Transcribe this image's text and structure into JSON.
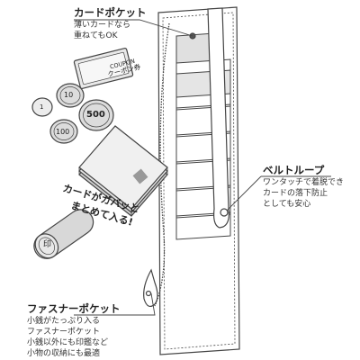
{
  "card_pocket": {
    "title": "カードポケット",
    "lines": [
      "薄いカードなら",
      "重ねてもOK"
    ]
  },
  "belt_loop": {
    "title": "ベルトループ",
    "lines": [
      "ワンタッチで着脱でき",
      "カードの落下防止",
      "としても安心"
    ]
  },
  "zipper_pocket": {
    "title": "ファスナーポケット",
    "lines": [
      "小銭がたっぷり入る",
      "ファスナーポケット",
      "小銭以外にも印鑑など",
      "小物の収納にも最適"
    ]
  },
  "callout": {
    "line1": "カードがガバッと",
    "line2": "まとめて入る!"
  },
  "coupon": {
    "en": "COUPON",
    "jp": "クーポン券"
  },
  "coins": [
    "10",
    "500",
    "100",
    "1"
  ],
  "seal_mark": "印",
  "colors": {
    "line": "#444444",
    "fill_gray": "#d9d9d9",
    "dark_gray": "#9a9a9a"
  }
}
